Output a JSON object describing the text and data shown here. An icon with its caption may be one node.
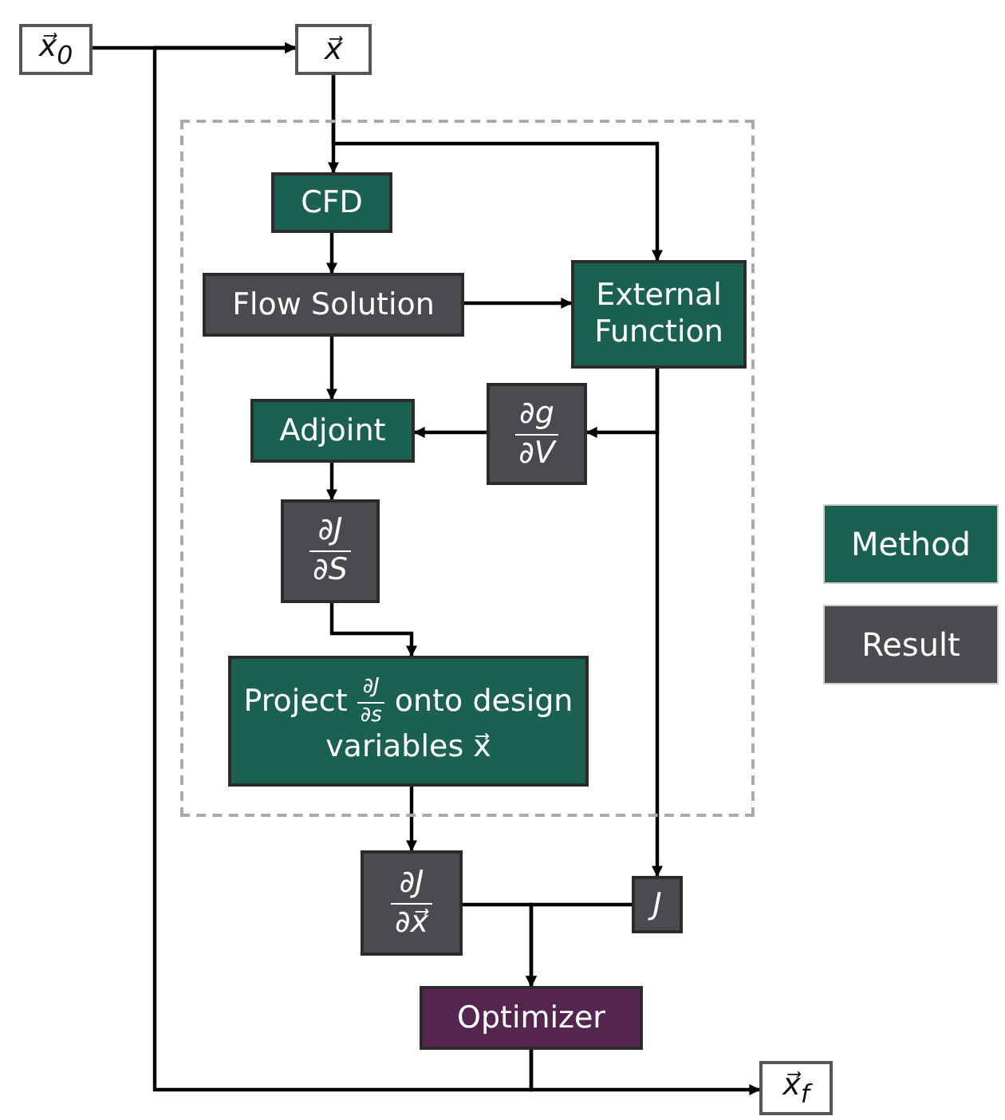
{
  "diagram": {
    "nodes": [
      {
        "text": [
          "x⃗$_{0}$"
        ]
      },
      {
        "text": [
          "x⃗"
        ]
      },
      {
        "text": [],
        "shape": "box"
      },
      {
        "text": [
          "CFD"
        ],
        "in": 2
      },
      {
        "text": [
          "Flow Solution"
        ],
        "in": 2
      },
      {
        "text": [
          "External Function"
        ],
        "in": 2
      },
      {
        "text": [
          "Adjoint"
        ],
        "in": 2
      },
      {
        "text": [
          "∂g ∂V"
        ],
        "in": 2
      },
      {
        "text": [
          "∂J ∂S"
        ],
        "in": 2
      },
      {
        "text": [
          "Project ∂J ∂s onto design variables x⃗"
        ],
        "in": 2
      },
      {
        "text": [
          "∂J ∂x⃗"
        ]
      },
      {
        "text": [
          "J"
        ]
      },
      {
        "text": [
          "Optimizer"
        ]
      },
      {
        "text": [
          "x⃗$_{f}$"
        ]
      }
    ],
    "edges": [
      {
        "from": 0,
        "to": 1,
        "arrow": "to"
      },
      {
        "from": 12,
        "to": 1,
        "arrow": "to"
      },
      {
        "from": 12,
        "to": 13,
        "arrow": "to"
      },
      {
        "from": 1,
        "to": 3,
        "arrow": "to"
      },
      {
        "from": 1,
        "to": 5,
        "arrow": "to"
      },
      {
        "from": 3,
        "to": 4,
        "arrow": "to"
      },
      {
        "from": 4,
        "to": 5,
        "arrow": "to"
      },
      {
        "from": 4,
        "to": 6,
        "arrow": "to"
      },
      {
        "from": 5,
        "to": 7,
        "arrow": "to"
      },
      {
        "from": 7,
        "to": 6,
        "arrow": "to"
      },
      {
        "from": 5,
        "to": 11,
        "arrow": "to"
      },
      {
        "from": 6,
        "to": 8,
        "arrow": "to"
      },
      {
        "from": 8,
        "to": 9,
        "arrow": "to"
      },
      {
        "from": 9,
        "to": 10,
        "arrow": "to"
      },
      {
        "from": 10,
        "to": 12,
        "arrow": "to"
      },
      {
        "from": 11,
        "to": 12,
        "arrow": "to"
      }
    ],
    "legend": [
      {
        "text": "Method",
        "color": "#1b6152"
      },
      {
        "text": "Result",
        "color": "#4a4a4f"
      }
    ]
  }
}
